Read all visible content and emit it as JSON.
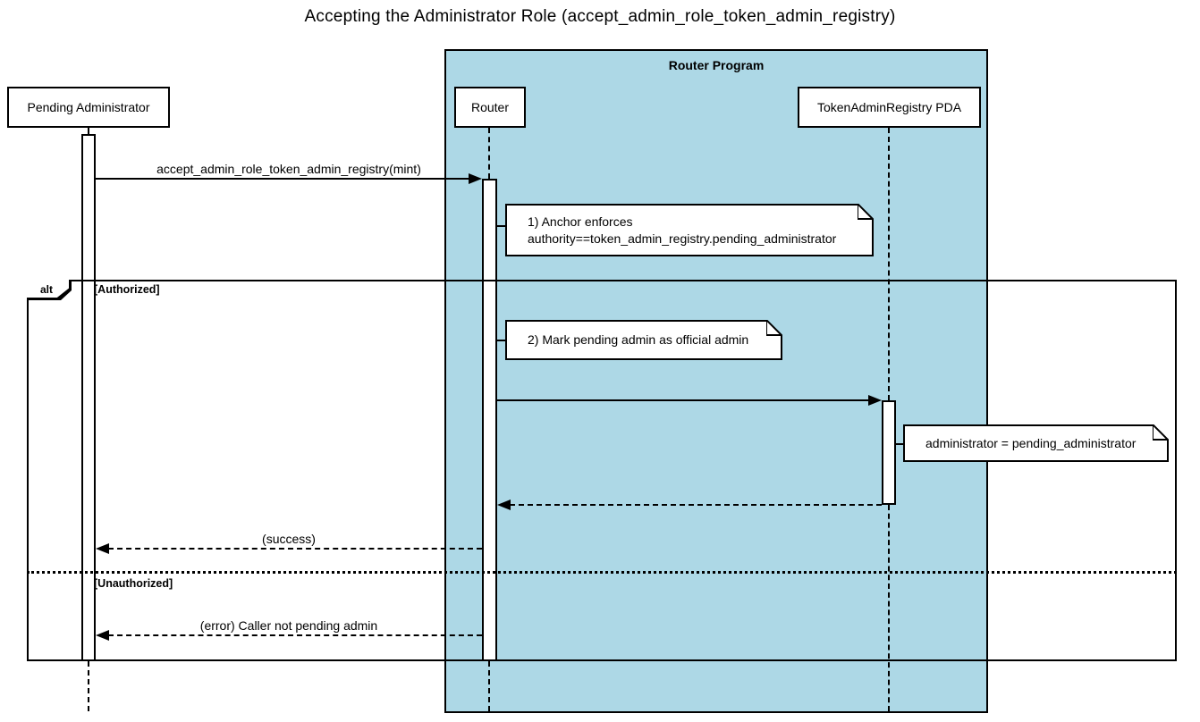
{
  "title": "Accepting the Administrator Role (accept_admin_role_token_admin_registry)",
  "diagram": {
    "type": "sequence",
    "container": {
      "label": "Router Program",
      "fill": "#ADD8E6"
    },
    "participants": [
      {
        "label": "Pending Administrator"
      },
      {
        "label": "Router"
      },
      {
        "label": "TokenAdminRegistry PDA"
      }
    ],
    "messages": [
      {
        "label": "accept_admin_role_token_admin_registry(mint)",
        "from": "Pending Administrator",
        "to": "Router",
        "style": "solid"
      },
      {
        "label": "",
        "from": "Router",
        "to": "TokenAdminRegistry PDA",
        "style": "solid"
      },
      {
        "label": "",
        "from": "TokenAdminRegistry PDA",
        "to": "Router",
        "style": "dashed-return"
      },
      {
        "label": "(success)",
        "from": "Router",
        "to": "Pending Administrator",
        "style": "dashed-return"
      },
      {
        "label": "(error) Caller not pending admin",
        "from": "Router",
        "to": "Pending Administrator",
        "style": "dashed-return"
      }
    ],
    "notes": [
      {
        "lines": [
          "1) Anchor enforces",
          "authority==token_admin_registry.pending_administrator"
        ]
      },
      {
        "lines": [
          "2) Mark pending admin as official admin"
        ]
      },
      {
        "lines": [
          "administrator = pending_administrator"
        ]
      }
    ],
    "alt_frame": {
      "operator": "alt",
      "branches": [
        {
          "guard": "[Authorized]"
        },
        {
          "guard": "[Unauthorized]"
        }
      ]
    }
  },
  "colors": {
    "container_fill": "#ADD8E6",
    "line": "#000000",
    "background": "#FFFFFF"
  }
}
